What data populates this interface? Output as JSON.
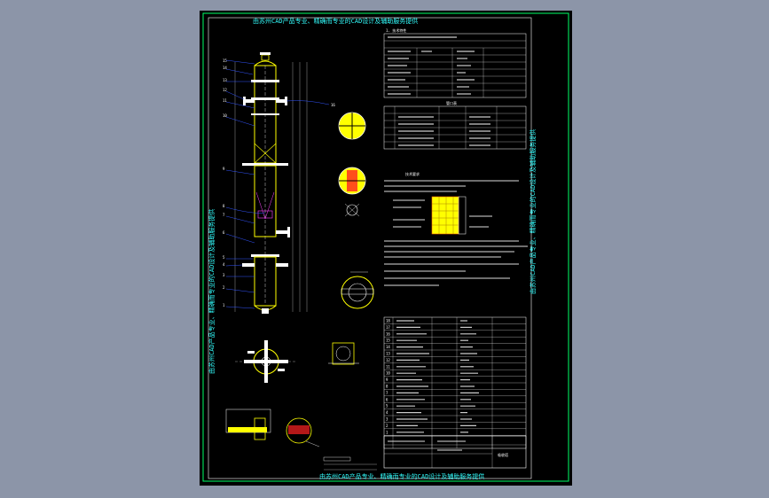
{
  "drawing": {
    "watermark_top": "由苏州CAD产品专业、精确而专业的CAD设计及辅助服务提供",
    "watermark_bottom": "由苏州CAD产品专业、精确而专业的CAD设计及辅助服务提供",
    "watermark_left": "由苏州CAD产品专业、精确而专业的CAD设计及辅助服务提供",
    "watermark_right": "由苏州CAD产品专业、精确而专业的CAD设计及辅助服务提供",
    "tech_table_title": "1. 技术特性",
    "nozzle_table_title": "管口表",
    "notes_title": "技术要求",
    "title_block_name": "吸收塔",
    "part_numbers_left": [
      "15",
      "14",
      "13",
      "12",
      "11",
      "10",
      "9",
      "8",
      "7",
      "6",
      "5",
      "4",
      "3",
      "2",
      "1"
    ],
    "part_number_right": "16",
    "bom_numbers": [
      "18",
      "17",
      "16",
      "15",
      "14",
      "13",
      "12",
      "11",
      "10",
      "9",
      "8",
      "7",
      "6",
      "5",
      "4",
      "3",
      "2",
      "1"
    ]
  },
  "colors": {
    "background": "#8c95a8",
    "canvas": "#000000",
    "frame": "#00ff66",
    "vessel": "#ffff00",
    "leader": "#3355ff",
    "text_cyan": "#33ffff",
    "packing": "#ffff00",
    "flange_red": "#ff2222"
  }
}
